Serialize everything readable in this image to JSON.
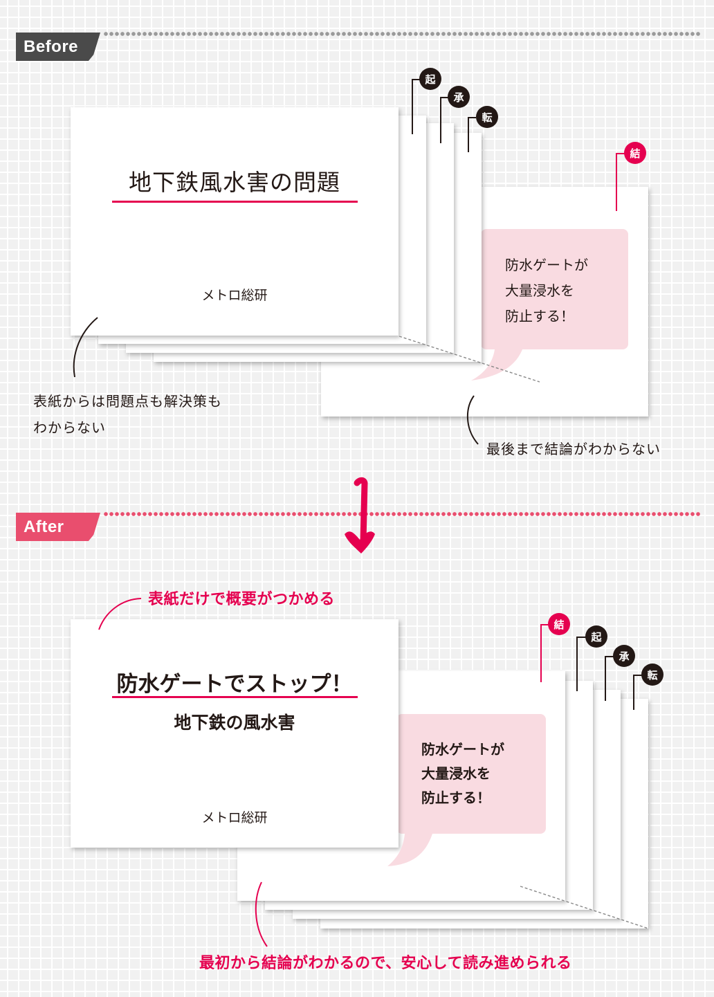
{
  "colors": {
    "background": "#f1f1f1",
    "grid": "#ffffff",
    "before_badge": "#4a4a4a",
    "after_badge": "#e94e6e",
    "accent_red": "#e5004f",
    "marker_dark": "#231815",
    "bubble_pink": "#f9dbe1",
    "before_dots": "#9a9a9a",
    "after_dots": "#e94e6e"
  },
  "before": {
    "badge_label": "Before",
    "cover": {
      "title": "地下鉄風水害の問題",
      "author": "メトロ総研"
    },
    "markers": [
      {
        "label": "起",
        "role": "introduction"
      },
      {
        "label": "承",
        "role": "development"
      },
      {
        "label": "転",
        "role": "turn"
      },
      {
        "label": "結",
        "role": "conclusion"
      }
    ],
    "conclusion_bubble": [
      "防水ゲートが",
      "大量浸水を",
      "防止する！"
    ],
    "note_left": [
      "表紙からは問題点も解決策も",
      "わからない"
    ],
    "note_right": "最後まで結論がわからない"
  },
  "arrow": {
    "icon": "down-arrow-icon",
    "color": "#e5004f"
  },
  "after": {
    "badge_label": "After",
    "cover_note": "表紙だけで概要がつかめる",
    "cover": {
      "title": "防水ゲートでストップ！",
      "subtitle": "地下鉄の風水害",
      "author": "メトロ総研"
    },
    "markers": [
      {
        "label": "結",
        "role": "conclusion"
      },
      {
        "label": "起",
        "role": "introduction"
      },
      {
        "label": "承",
        "role": "development"
      },
      {
        "label": "転",
        "role": "turn"
      }
    ],
    "conclusion_bubble": [
      "防水ゲートが",
      "大量浸水を",
      "防止する！"
    ],
    "bottom_note": "最初から結論がわかるので、安心して読み進められる"
  }
}
